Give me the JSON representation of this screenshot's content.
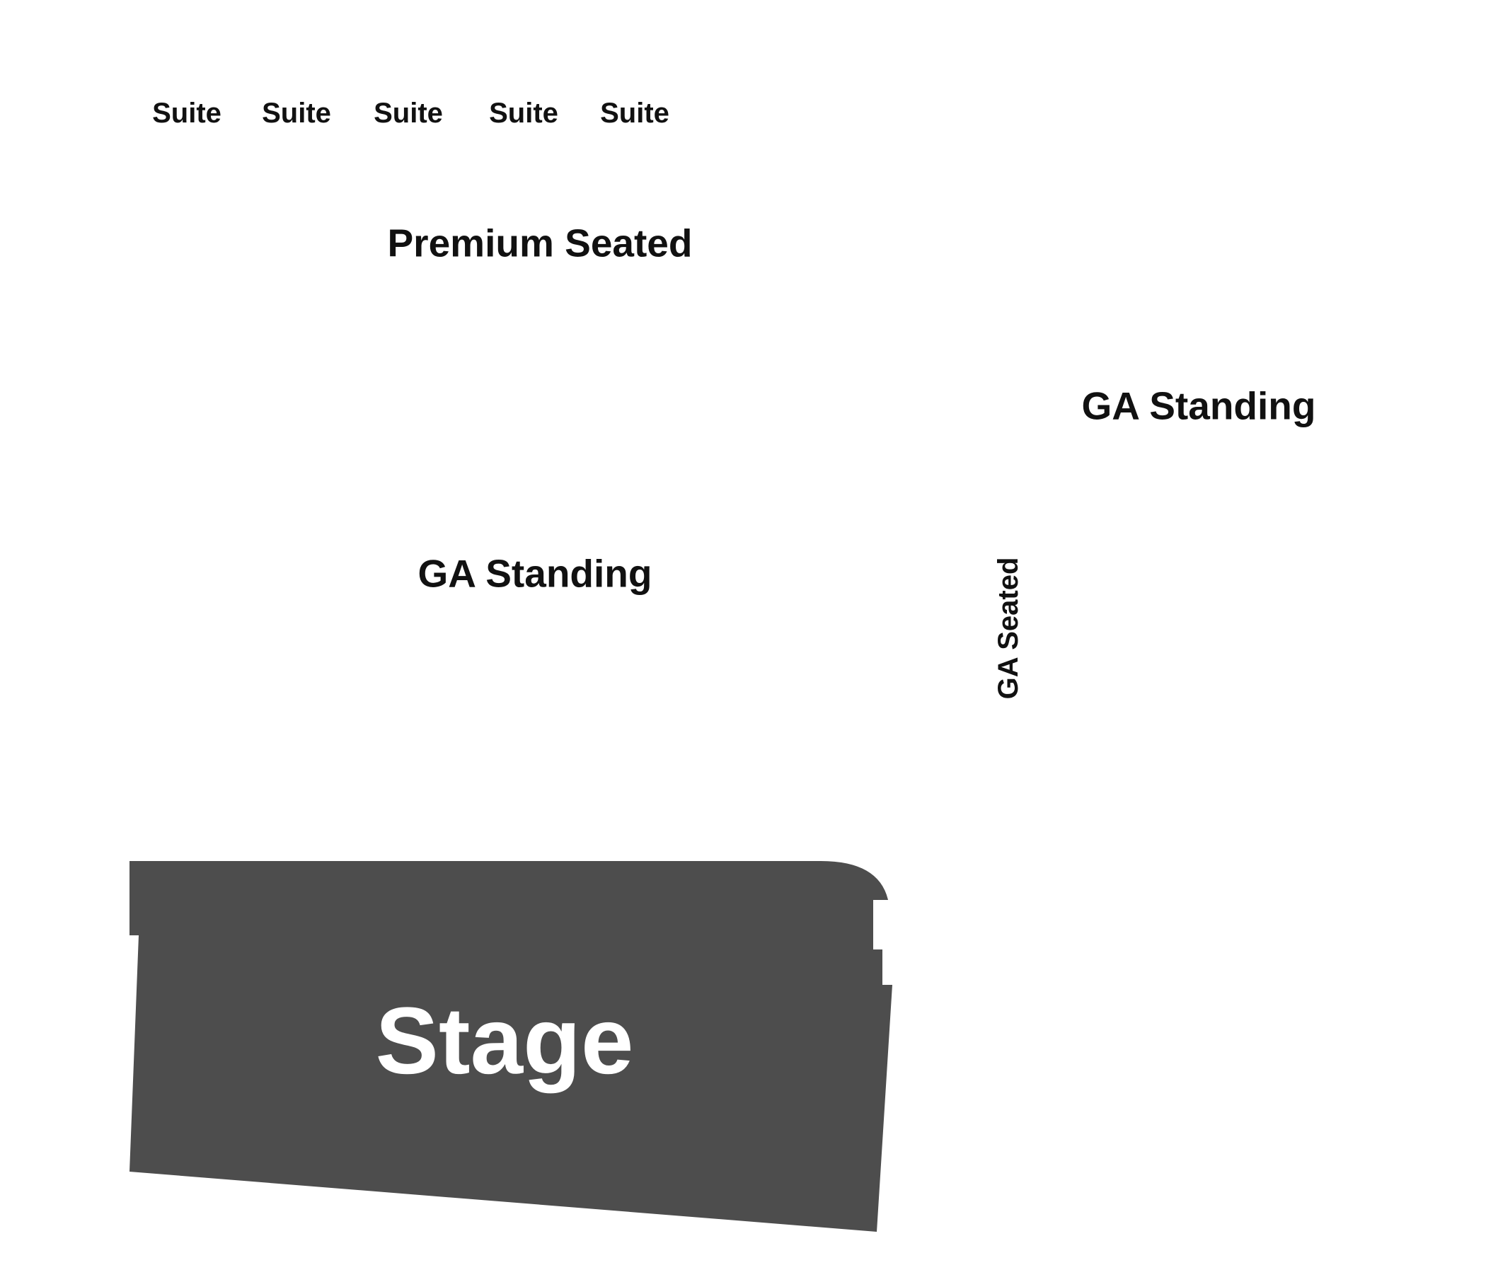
{
  "map": {
    "background": "#ffffff",
    "stage_color": "#4d4d4d",
    "text_color": "#111111",
    "stage_text_color": "#ffffff",
    "sections": {
      "suites": [
        "Suite",
        "Suite",
        "Suite",
        "Suite",
        "Suite"
      ],
      "premium_seated": "Premium Seated",
      "ga_standing_center": "GA Standing",
      "ga_standing_right": "GA Standing",
      "ga_seated": "GA Seated",
      "stage": "Stage"
    }
  }
}
